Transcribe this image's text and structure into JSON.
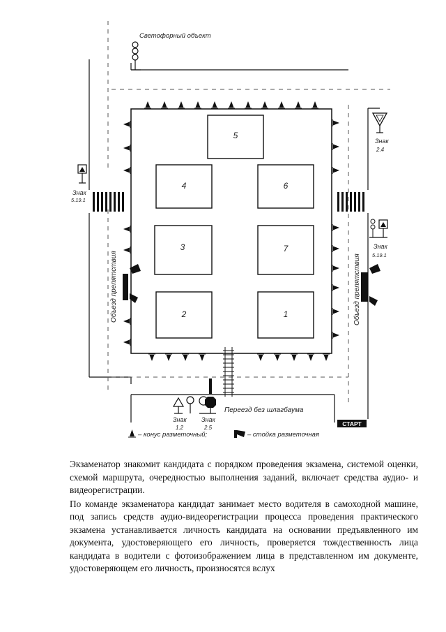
{
  "diagram": {
    "traffic_light_object": "Светофорный объект",
    "zones": [
      {
        "id": "zone-1",
        "label": "1"
      },
      {
        "id": "zone-2",
        "label": "2"
      },
      {
        "id": "zone-3",
        "label": "3"
      },
      {
        "id": "zone-4",
        "label": "4"
      },
      {
        "id": "zone-5",
        "label": "5"
      },
      {
        "id": "zone-6",
        "label": "6"
      },
      {
        "id": "zone-7",
        "label": "7"
      }
    ],
    "sign_left_crossing": {
      "line1": "Знак",
      "line2": "5.19.1"
    },
    "sign_right_top": {
      "line1": "Знак",
      "line2": "2.4"
    },
    "sign_right_crossing": {
      "line1": "Знак",
      "line2": "5.19.1"
    },
    "sign_bottom_1": {
      "line1": "Знак",
      "line2": "1.2"
    },
    "sign_bottom_2": {
      "line1": "Знак",
      "line2": "2.5"
    },
    "detour_left": "Объезд препятствия",
    "detour_right": "Объезд препятствия",
    "crossing": "Переезд без шлагбаума",
    "start": "СТАРТ",
    "legend": {
      "cone": "– конус разметочный;",
      "post": "– стойка разметочная"
    }
  },
  "text": {
    "paragraph1": "Экзаменатор знакомит кандидата с порядком проведения экзамена, системой оценки, схемой маршрута, очередностью выполнения заданий, включает средства аудио- и видеорегистрации.",
    "paragraph2": "По команде экзаменатора кандидат занимает место водителя в самоходной машине, под запись средств аудио-видеорегистрации процесса проведения практического экзамена устанавливается личность кандидата на основании предъявленного им документа, удостоверяющего его личность, проверяется тождественность лица кандидата в водители с фотоизображением лица в представленном им документе, удостоверяющем его личность, произносятся вслух"
  }
}
